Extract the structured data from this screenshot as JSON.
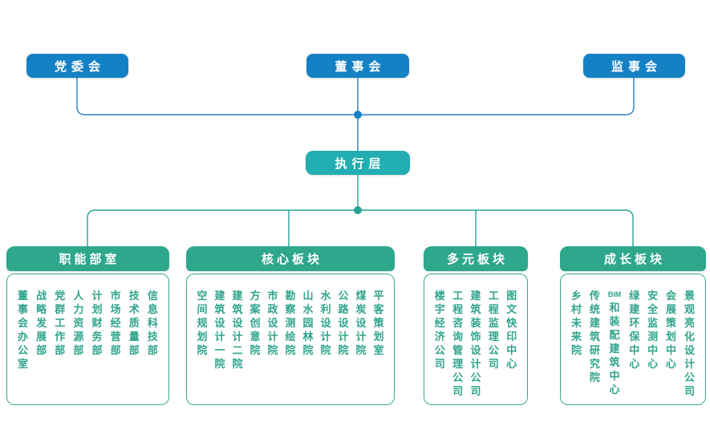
{
  "top_nodes": [
    {
      "label": "党委会"
    },
    {
      "label": "董事会"
    },
    {
      "label": "监事会"
    }
  ],
  "exec_node": {
    "label": "执行层"
  },
  "groups": [
    {
      "title": "职能部室",
      "departments": [
        "董事会办公室",
        "战略发展部",
        "党群工作部",
        "人力资源部",
        "计划财务部",
        "市场经营部",
        "技术质量部",
        "信息科技部"
      ]
    },
    {
      "title": "核心板块",
      "departments": [
        "空间规划院",
        "建筑设计一院",
        "建筑设计二院",
        "方案创意院",
        "市政设计院",
        "勘察测绘院",
        "山水园林院",
        "水利设计院",
        "公路设计院",
        "煤炭设计院",
        "平客策划室"
      ]
    },
    {
      "title": "多元板块",
      "departments": [
        "楼宇经济公司",
        "工程咨询管理公司",
        "建筑装饰设计公司",
        "工程监理公司",
        "图文快印中心"
      ]
    },
    {
      "title": "成长板块",
      "departments": [
        "乡村未来院",
        "传统建筑研究院",
        "BIM和装配建筑中心",
        "绿建环保中心",
        "安全监测中心",
        "会展策划中心",
        "景观亮化设计公司"
      ]
    }
  ],
  "colors": {
    "top_node_blue": "#1581c5",
    "exec_node_teal": "#22aeb2",
    "group_header_green": "#2ea78d",
    "department_text_green": "#2fa48c",
    "line_blue": "#2d7fc0",
    "line_teal": "#29a29a",
    "group_border_teal": "#3aa795"
  }
}
